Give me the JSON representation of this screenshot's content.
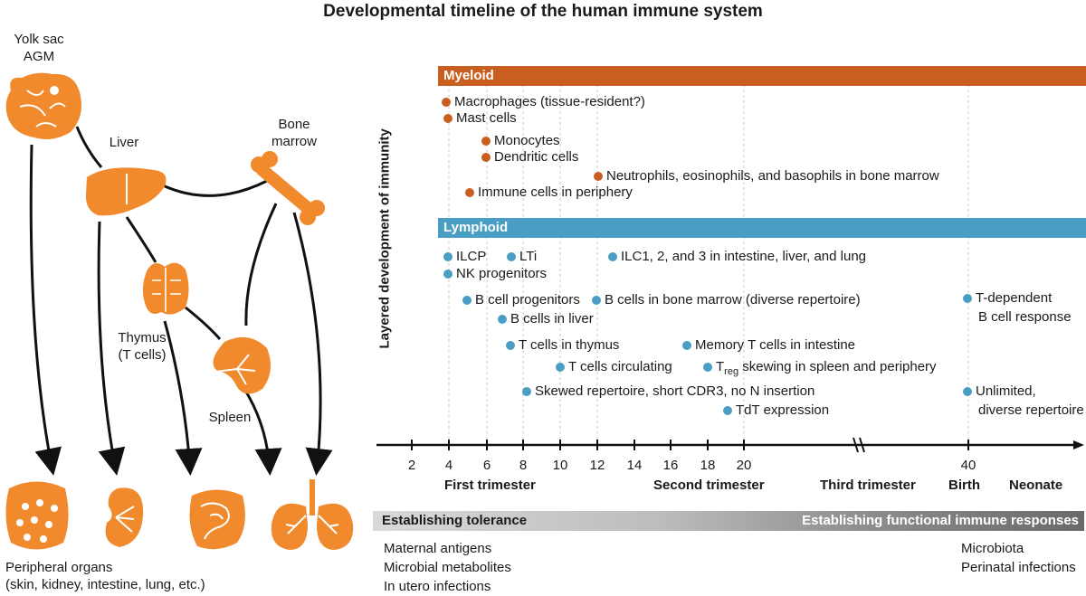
{
  "title": "Developmental timeline of the human immune system",
  "organs": {
    "yolk_sac": "Yolk sac",
    "agm": "AGM",
    "liver": "Liver",
    "bone": "Bone",
    "marrow": "marrow",
    "thymus": "Thymus",
    "thymus_sub": "(T cells)",
    "spleen": "Spleen",
    "peripheral": "Peripheral organs",
    "peripheral_sub": "(skin, kidney, intestine, lung, etc.)"
  },
  "ylabel": "Layered development of immunity",
  "myeloid": {
    "label": "Myeloid",
    "color": "#c85f1e",
    "items": [
      "Macrophages (tissue-resident?)",
      "Mast cells",
      "Monocytes",
      "Dendritic cells",
      "Neutrophils, eosinophils, and basophils in bone marrow",
      "Immune cells in periphery"
    ]
  },
  "lymphoid": {
    "label": "Lymphoid",
    "color": "#4a9ec4",
    "items": [
      "ILCP",
      "LTi",
      "ILC1, 2, and 3 in intestine, liver, and lung",
      "NK progenitors",
      "B cell progenitors",
      "B cells in bone marrow (diverse repertoire)",
      "T-dependent",
      "B cell response",
      "B cells in liver",
      "T cells in thymus",
      "Memory T cells in intestine",
      "T cells circulating",
      "T",
      "reg",
      " skewing in spleen and periphery",
      "Skewed repertoire, short CDR3, no N insertion",
      "Unlimited,",
      "diverse repertoire",
      "TdT expression"
    ]
  },
  "axis": {
    "ticks": [
      "2",
      "4",
      "6",
      "8",
      "10",
      "12",
      "14",
      "16",
      "18",
      "20",
      "40"
    ],
    "trimesters": [
      "First trimester",
      "Second trimester",
      "Third trimester",
      "Birth",
      "Neonate"
    ]
  },
  "band": {
    "left": "Establishing tolerance",
    "right": "Establishing functional immune responses"
  },
  "footer_left": [
    "Maternal antigens",
    "Microbial metabolites",
    "In utero infections"
  ],
  "footer_right": [
    "Microbiota",
    "Perinatal infections"
  ]
}
